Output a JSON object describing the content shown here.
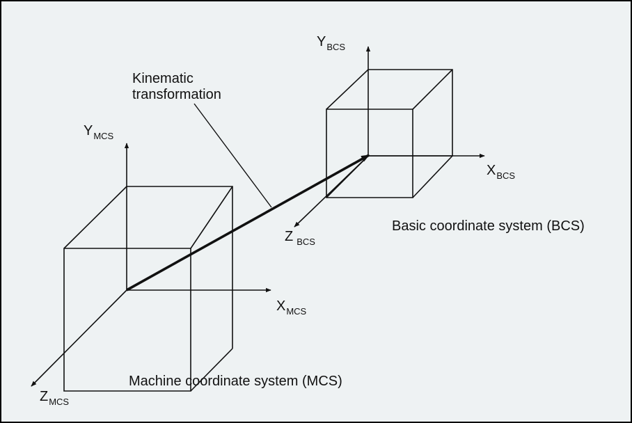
{
  "diagram": {
    "transformation_label": {
      "line1": "Kinematic",
      "line2": "transformation"
    },
    "mcs": {
      "caption": "Machine coordinate system (MCS)",
      "axis_x": {
        "letter": "X",
        "sub": "MCS"
      },
      "axis_y": {
        "letter": "Y",
        "sub": "MCS"
      },
      "axis_z": {
        "letter": "Z",
        "sub": "MCS"
      }
    },
    "bcs": {
      "caption": "Basic coordinate system (BCS)",
      "axis_x": {
        "letter": "X",
        "sub": "BCS"
      },
      "axis_y": {
        "letter": "Y",
        "sub": "BCS"
      },
      "axis_z": {
        "letter": "Z",
        "sub": "BCS"
      }
    },
    "colors": {
      "background": "#eef2f3",
      "line": "#111111"
    }
  }
}
